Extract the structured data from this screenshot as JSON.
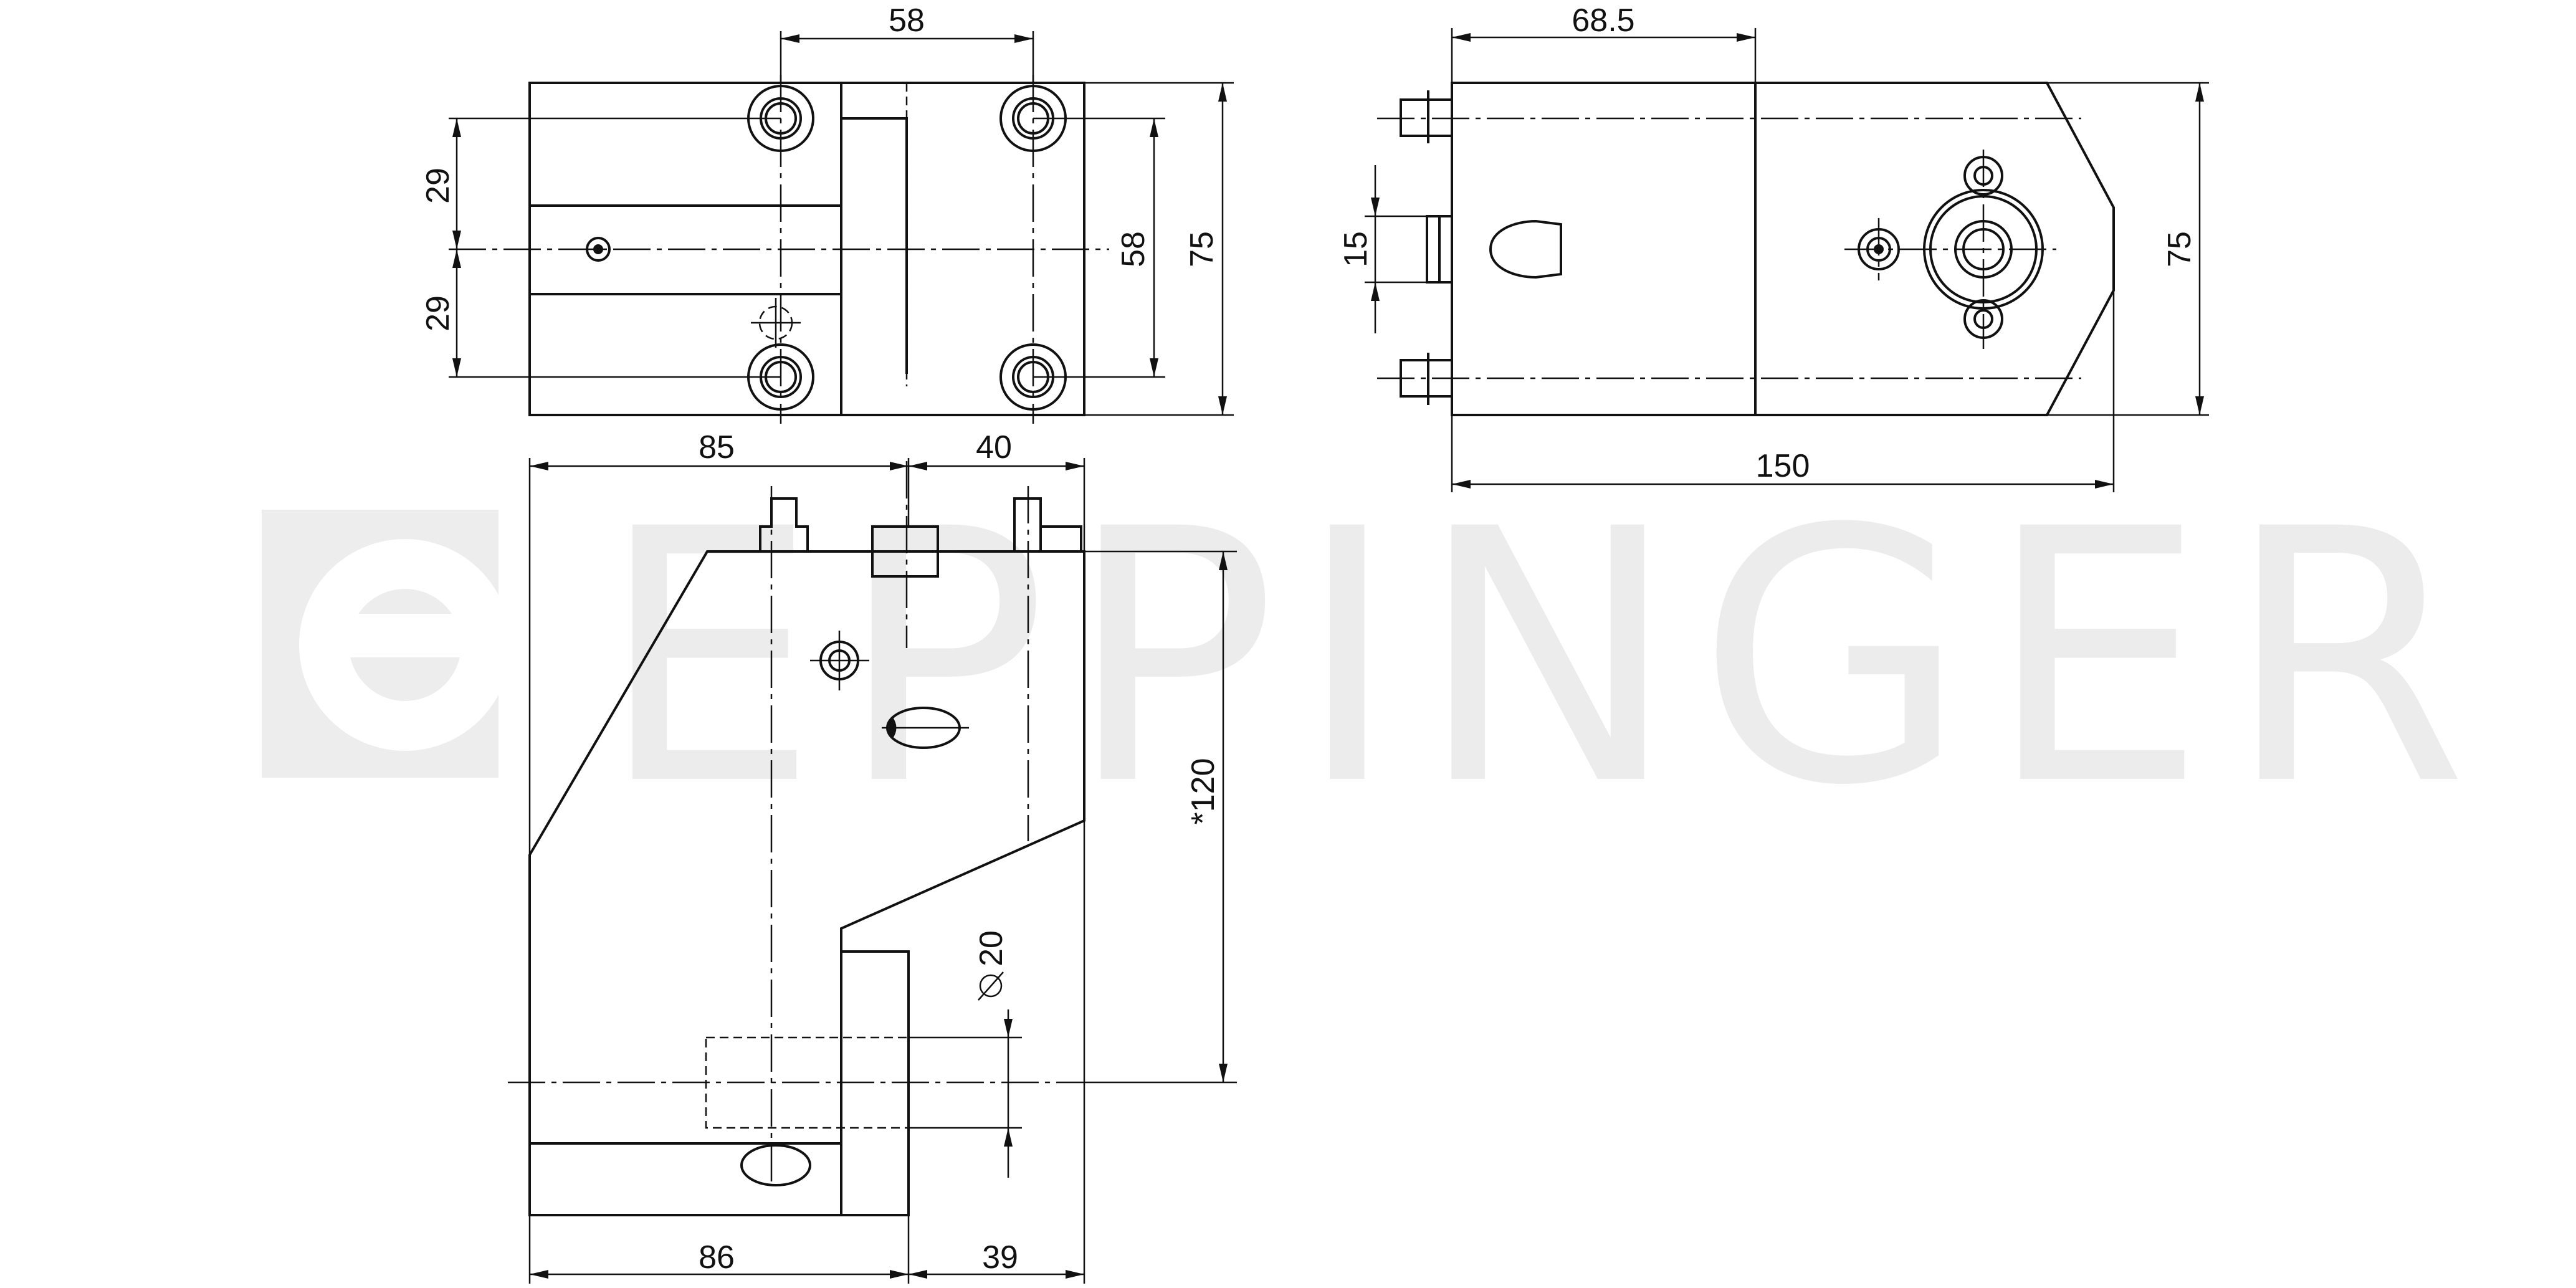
{
  "watermark": {
    "brand": "EPPINGER"
  },
  "colors": {
    "line": "#111111",
    "watermark": "#ececec",
    "background": "#ffffff"
  },
  "dimensions": {
    "top_view": {
      "bolt_spacing_x": "58",
      "upper_offset": "29",
      "lower_offset": "29",
      "bolt_spacing_y": "58",
      "height": "75"
    },
    "side_view": {
      "offset": "68.5",
      "key_width": "15",
      "height": "75",
      "length": "150"
    },
    "front_view": {
      "width_left": "85",
      "width_right": "40",
      "total_height": "*120",
      "bore": "20",
      "base_left": "86",
      "base_right": "39"
    }
  }
}
